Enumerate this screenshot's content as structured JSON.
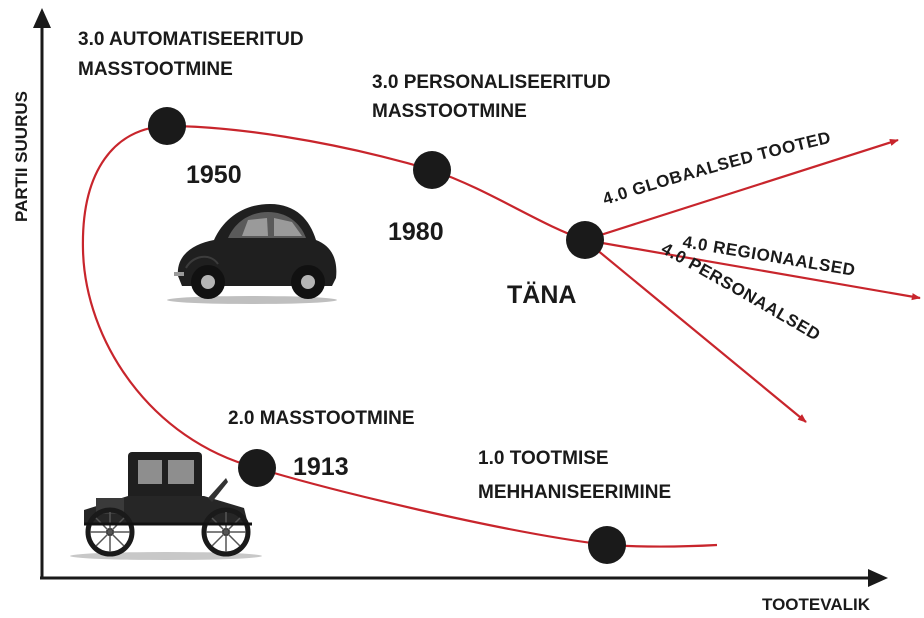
{
  "axes": {
    "x_label": "TOOTEVALIK",
    "y_label": "PARTII SUURUS"
  },
  "stages": {
    "s10_line1": "1.0 TOOTMISE",
    "s10_line2": "MEHHANISEERIMINE",
    "s20": "2.0 MASSTOOTMINE",
    "s30a_line1": "3.0 AUTOMATISEERITUD",
    "s30a_line2": "MASSTOOTMINE",
    "s30p_line1": "3.0 PERSONALISEERITUD",
    "s30p_line2": "MASSTOOTMINE"
  },
  "years": {
    "y1913": "1913",
    "y1950": "1950",
    "y1980": "1980",
    "today": "TÄNA"
  },
  "branches": {
    "global": "4.0 GLOBAALSED TOOTED",
    "regional": "4.0 REGIONAALSED",
    "personal": "4.0 PERSONAALSED"
  },
  "colors": {
    "curve": "#c8252c",
    "dot": "#1a1a1a",
    "axis": "#1a1a1a"
  },
  "images": {
    "car_1913": "ford-model-t-illustration",
    "car_1950": "vw-beetle-illustration"
  }
}
